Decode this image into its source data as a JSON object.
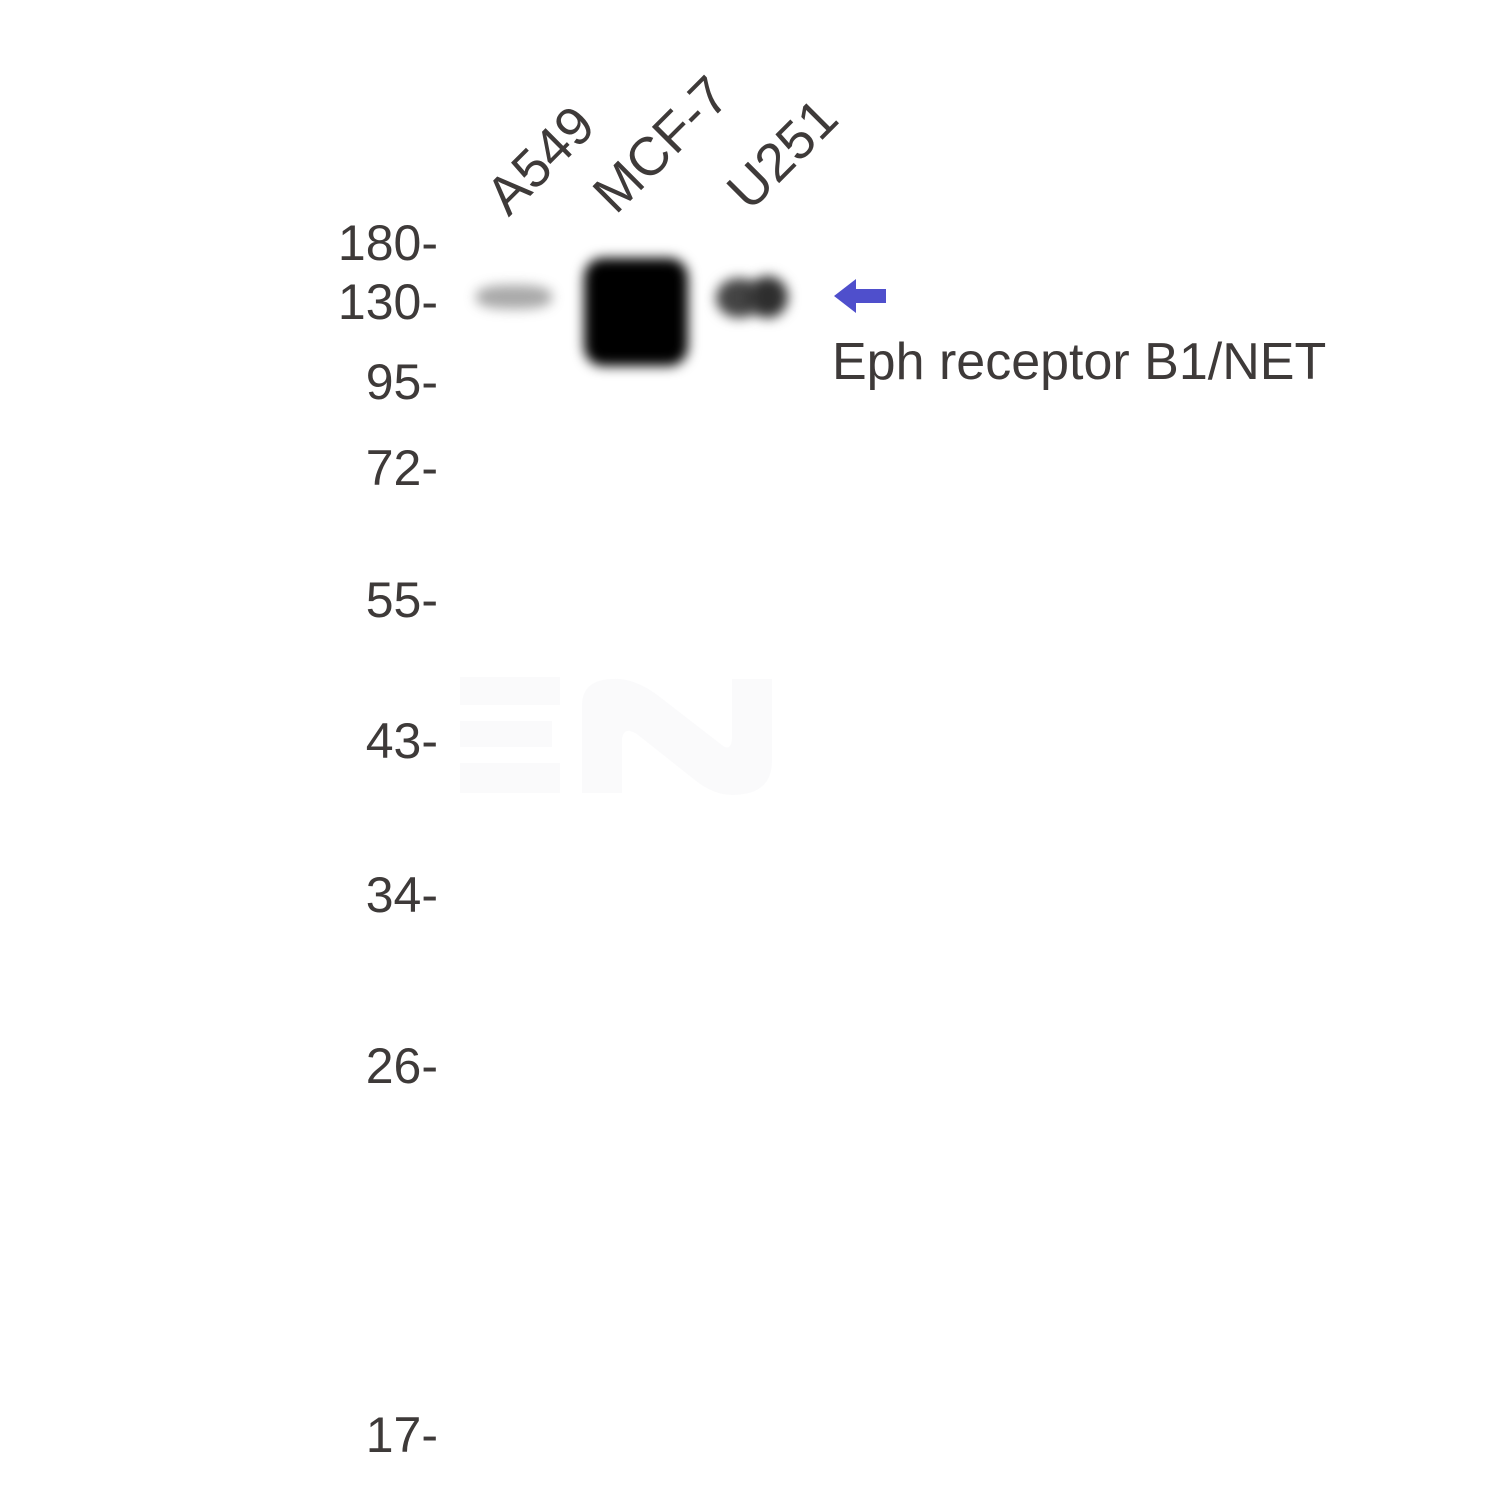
{
  "lanes": [
    {
      "label": "A549"
    },
    {
      "label": "MCF-7"
    },
    {
      "label": "U251"
    }
  ],
  "markers": [
    {
      "label": "180-",
      "kda": 180
    },
    {
      "label": "130-",
      "kda": 130
    },
    {
      "label": "95-",
      "kda": 95
    },
    {
      "label": "72-",
      "kda": 72
    },
    {
      "label": "55-",
      "kda": 55
    },
    {
      "label": "43-",
      "kda": 43
    },
    {
      "label": "34-",
      "kda": 34
    },
    {
      "label": "26-",
      "kda": 26
    },
    {
      "label": "17-",
      "kda": 17
    }
  ],
  "target": {
    "label": "Eph receptor B1/NET",
    "arrow_color": "#4f4fcc",
    "arrow_icon": "arrow-left-icon"
  },
  "bands": [
    {
      "lane": "A549",
      "intensity": "weak"
    },
    {
      "lane": "MCF-7",
      "intensity": "very strong"
    },
    {
      "lane": "U251",
      "intensity": "moderate"
    }
  ]
}
